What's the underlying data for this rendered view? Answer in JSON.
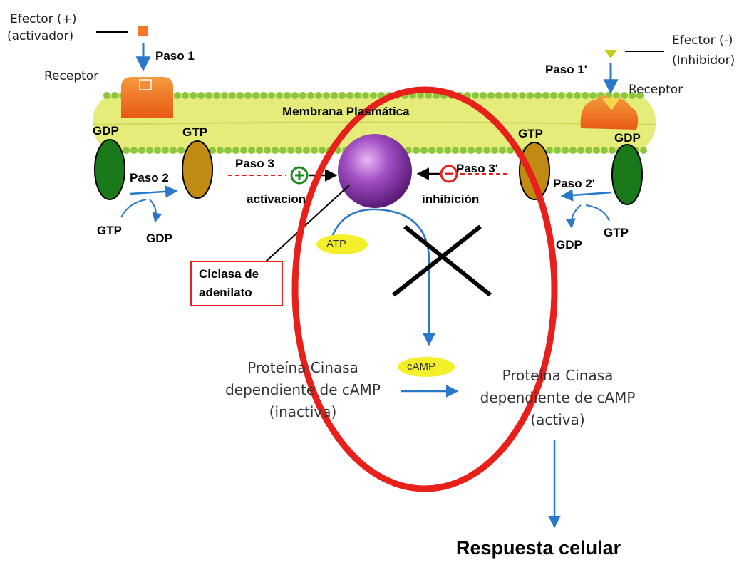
{
  "labels": {
    "efector_pos_1": "Efector (+)",
    "efector_pos_2": "(activador)",
    "efector_neg_1": "Efector (-)",
    "efector_neg_2": "(Inhibidor)",
    "paso1": "Paso 1",
    "paso1p": "Paso 1'",
    "receptor_left": "Receptor",
    "receptor_right": "Receptor",
    "membrana": "Membrana Plasmática",
    "gdp_left_top": "GDP",
    "gtp_left_top": "GTP",
    "gtp_right_top": "GTP",
    "gdp_right_top": "GDP",
    "paso2": "Paso 2",
    "paso2p": "Paso 2'",
    "paso3": "Paso 3",
    "paso3p": "Paso 3'",
    "activacion": "activacion",
    "inhibicion": "inhibición",
    "gtp_left_bottom": "GTP",
    "gdp_left_bottom": "GDP",
    "gtp_right_bottom": "GTP",
    "gdp_right_bottom": "GDP",
    "atp": "ATP",
    "camp": "cAMP",
    "ciclasa_1": "Ciclasa de",
    "ciclasa_2": "adenilato",
    "pka_inactive_1": "Proteína Cinasa",
    "pka_inactive_2": "dependiente de cAMP",
    "pka_inactive_3": "(inactiva)",
    "pka_active_1": "Proteína Cinasa",
    "pka_active_2": "dependiente de cAMP",
    "pka_active_3": "(activa)",
    "respuesta": "Respuesta celular"
  },
  "colors": {
    "membrane": "#e6ec7a",
    "lipid_head": "#8cc63f",
    "receptor": "#f4792a",
    "g_protein_active": "#c18a12",
    "g_protein_inactive": "#1a7a1a",
    "cyclase": "#a14ec2",
    "arrow": "#2a78c8",
    "highlight": "#e8201b",
    "nucleotide": "#f3f02a"
  }
}
